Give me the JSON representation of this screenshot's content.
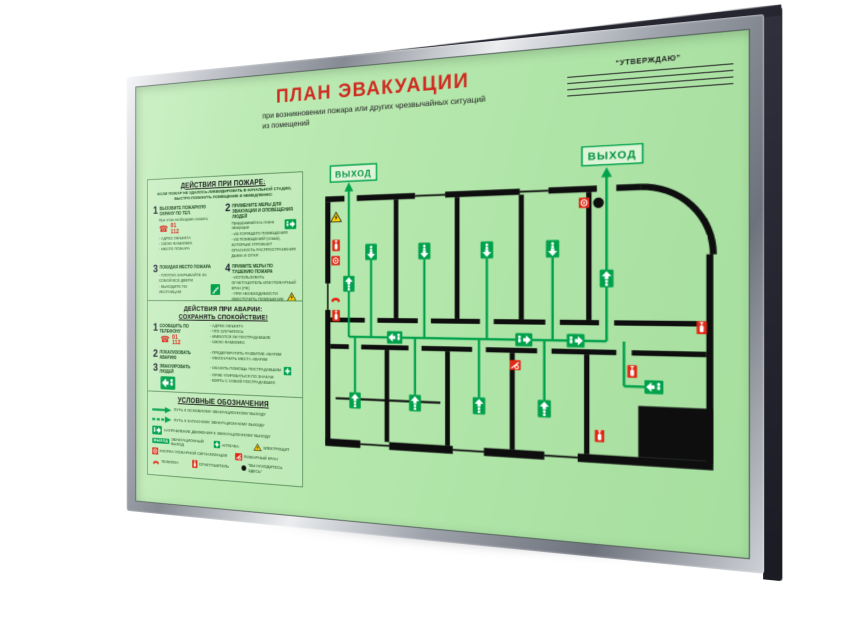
{
  "poster": {
    "title": "ПЛАН ЭВАКУАЦИИ",
    "subtitle_line1": "при возникновении пожара или других чрезвычайных ситуаций",
    "subtitle_line2": "из помещений",
    "approve_label": "“УТВЕРЖДАЮ”"
  },
  "emergency_phone": {
    "line1": "01",
    "line2": "112"
  },
  "fire": {
    "header": "ДЕЙСТВИЯ ПРИ ПОЖАРЕ:",
    "intro": "ЕСЛИ ПОЖАР НЕ УДАЛОСЬ ЛИКВИДИРОВАТЬ В НАЧАЛЬНОЙ СТАДИИ, БЫСТРО ПОКИНУТЬ ПОМЕЩЕНИЕ И НЕМЕДЛЕННО:",
    "item1": {
      "num": "1",
      "title": "ВЫЗОВИТЕ ПОЖАРНУЮ ОХРАНУ ПО ТЕЛ.",
      "note": "При этом необходимо сказать:",
      "bullets": [
        "АДРЕС ОБЪЕКТА",
        "СВОЮ ФАМИЛИЮ",
        "МЕСТО ПОЖАРА"
      ]
    },
    "item2": {
      "num": "2",
      "title": "ПРИМЕНИТЕ МЕРЫ ДЛЯ ЭВАКУАЦИИ И ОПОВЕЩЕНИЯ ЛЮДЕЙ",
      "note": "Придерживайтесь плана эвакуации",
      "bullets": [
        "ИЗ ГОРЯЩЕГО ПОМЕЩЕНИЯ",
        "ИЗ ПОМЕЩЕНИЙ (этажа), КОТОРЫМ УГРОЖАЕТ ОПАСНОСТЬ РАСПРОСТРАНЕНИЯ ДЫМА И ОГНЯ"
      ]
    },
    "item3": {
      "num": "3",
      "title": "ПОКИДАЯ МЕСТО ПОЖАРА",
      "bullets": [
        "ПЛОТНО ЗАКРЫВАЙТЕ ЗА СОБОЙ ВСЕ ДВЕРИ",
        "ВЫХОДИТЕ ПО ЛЕСТНИЦАМ"
      ]
    },
    "item4": {
      "num": "4",
      "title": "ПРИМИТЕ МЕРЫ ПО ТУШЕНИЮ ПОЖАРА",
      "bullets": [
        "ИСПОЛЬЗОВАТЬ ОГНЕТУШИТЕЛЬ ИЛИ ПОЖАРНЫЙ КРАН (ПК)",
        "ПРИ НЕОБХОДИМОСТИ ОБЕСТОЧИТЬ ПОМЕЩЕНИЕ"
      ]
    }
  },
  "accident": {
    "header_line1": "ДЕЙСТВИЯ ПРИ АВАРИИ:",
    "header_line2": "СОХРАНЯТЬ СПОКОЙСТВИЕ!",
    "item1": {
      "num": "1",
      "title": "СООБЩИТЬ ПО ТЕЛЕФОНУ",
      "bullets": [
        "АДРЕС ОБЪЕКТА",
        "ЧТО СЛУЧИЛОСЬ",
        "ИМЕЮТСЯ ЛИ ПОСТРАДАВШИЕ",
        "СВОЮ ФАМИЛИЮ"
      ]
    },
    "item2": {
      "num": "2",
      "title": "ЛОКАЛИЗОВАТЬ АВАРИЮ",
      "bullets": [
        "ПРЕДОТВРАТИТЬ РАЗВИТИЕ АВАРИИ",
        "ОБОЗНАЧИТЬ МЕСТА АВАРИИ"
      ]
    },
    "item3": {
      "num": "3",
      "title": "ЭВАКУИРОВАТЬ ЛЮДЕЙ",
      "bullets": [
        "ОКАЗАТЬ ПОМОЩЬ ПОСТРАДАВШИМ",
        "ОРИЕНТИРОВАТЬСЯ ПО ЗНАКАМ",
        "ВЗЯТЬ С СОБОЙ ПОСТРАДАВШИХ"
      ]
    }
  },
  "legend": {
    "header": "УСЛОВНЫЕ ОБОЗНАЧЕНИЯ",
    "rows": [
      {
        "icon": "solid-route-arrow-icon",
        "label": "ПУТЬ К ОСНОВНОМУ ЭВАКУАЦИОННОМУ ВЫХОДУ"
      },
      {
        "icon": "dashed-route-arrow-icon",
        "label": "ПУТЬ К ЗАПАСНОМУ ЭВАКУАЦИОННОМУ ВЫХОДУ"
      },
      {
        "icon": "exit-direction-sign-icon",
        "label": "НАПРАВЛЕНИЕ ДВИЖЕНИЯ К ЭВАКУАЦИОННОМУ ВЫХОДУ"
      },
      {
        "icon": "exit-sign-icon",
        "label": "ЭВАКУАЦИОННЫЙ ВЫХОД"
      },
      {
        "icon": "first-aid-icon",
        "label": "АПТЕЧКА"
      },
      {
        "icon": "electric-panel-icon",
        "label": "ЭЛЕКТРОЩИТ"
      },
      {
        "icon": "fire-alarm-button-icon",
        "label": "КНОПКА ПОЖАРНОЙ СИГНАЛИЗАЦИИ"
      },
      {
        "icon": "fire-hydrant-icon",
        "label": "ПОЖАРНЫЙ КРАН"
      },
      {
        "icon": "phone-icon",
        "label": "ТЕЛЕФОН"
      },
      {
        "icon": "fire-extinguisher-icon",
        "label": "ОГНЕТУШИТЕЛЬ"
      },
      {
        "icon": "you-are-here-icon",
        "label": "“ВЫ НАХОДИТЕСЬ ЗДЕСЬ”"
      }
    ]
  },
  "plan": {
    "exit_label": "ВЫХОД"
  },
  "colors": {
    "board_green": "#b2e6aa",
    "title_red": "#cf2b20",
    "sign_green": "#00a14b",
    "alarm_red": "#e02814",
    "warning_yellow": "#ffd200",
    "wall_black": "#0e0e0e",
    "frame_silver": "#c9ccd2"
  }
}
